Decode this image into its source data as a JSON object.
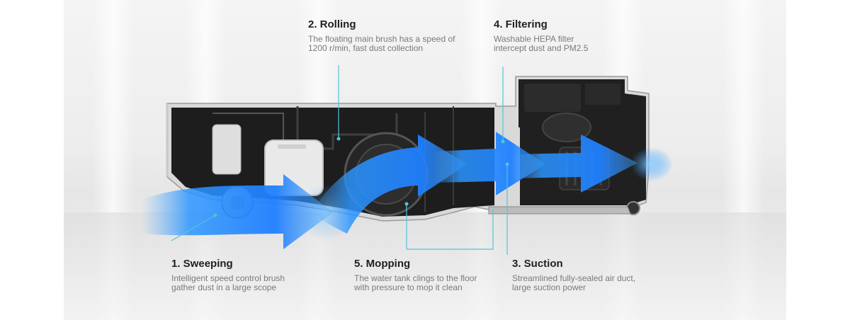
{
  "callouts": {
    "rolling": {
      "title": "2. Rolling",
      "desc1": "The floating main brush has a speed of",
      "desc2": "1200 r/min, fast dust collection"
    },
    "filtering": {
      "title": "4. Filtering",
      "desc1": "Washable HEPA filter",
      "desc2": "intercept dust and PM2.5"
    },
    "sweeping": {
      "title": "1. Sweeping",
      "desc1": "Intelligent speed control brush",
      "desc2": "gather dust in a large scope"
    },
    "mopping": {
      "title": "5. Mopping",
      "desc1": "The water tank clings to the floor",
      "desc2": "with pressure to mop it clean"
    },
    "suction": {
      "title": "3. Suction",
      "desc1": "Streamlined fully-sealed air duct,",
      "desc2": "large suction power"
    }
  },
  "colors": {
    "airflow": "#1f8fff",
    "leader_line": "#4fc6d6",
    "housing": "#1c1c1c"
  }
}
